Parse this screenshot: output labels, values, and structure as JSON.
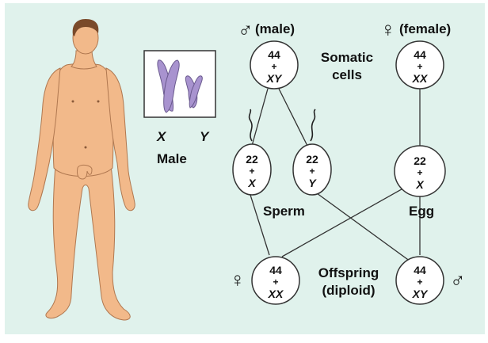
{
  "colors": {
    "background": "#e0f2ec",
    "skin": "#f2b98a",
    "skin_outline": "#b07850",
    "hair": "#7a4a2a",
    "chromosome": "#a893cf",
    "chromosome_outline": "#6a5a8e",
    "cell_fill": "#ffffff",
    "line": "#333333"
  },
  "karyotype": {
    "x_label": "X",
    "y_label": "Y",
    "caption": "Male"
  },
  "labels": {
    "male_symbol": "♂",
    "male_header": "(male)",
    "female_symbol": "♀",
    "female_header": "(female)",
    "somatic_line1": "Somatic",
    "somatic_line2": "cells",
    "sperm": "Sperm",
    "egg": "Egg",
    "offspring_line1": "Offspring",
    "offspring_line2": "(diploid)",
    "offspring_female_symbol": "♀",
    "offspring_male_symbol": "♂"
  },
  "cells": {
    "male_somatic": {
      "count": "44",
      "plus": "+",
      "sex": "XY"
    },
    "female_somatic": {
      "count": "44",
      "plus": "+",
      "sex": "XX"
    },
    "sperm_x": {
      "count": "22",
      "plus": "+",
      "sex": "X"
    },
    "sperm_y": {
      "count": "22",
      "plus": "+",
      "sex": "Y"
    },
    "egg": {
      "count": "22",
      "plus": "+",
      "sex": "X"
    },
    "offspring_female": {
      "count": "44",
      "plus": "+",
      "sex": "XX"
    },
    "offspring_male": {
      "count": "44",
      "plus": "+",
      "sex": "XY"
    }
  }
}
